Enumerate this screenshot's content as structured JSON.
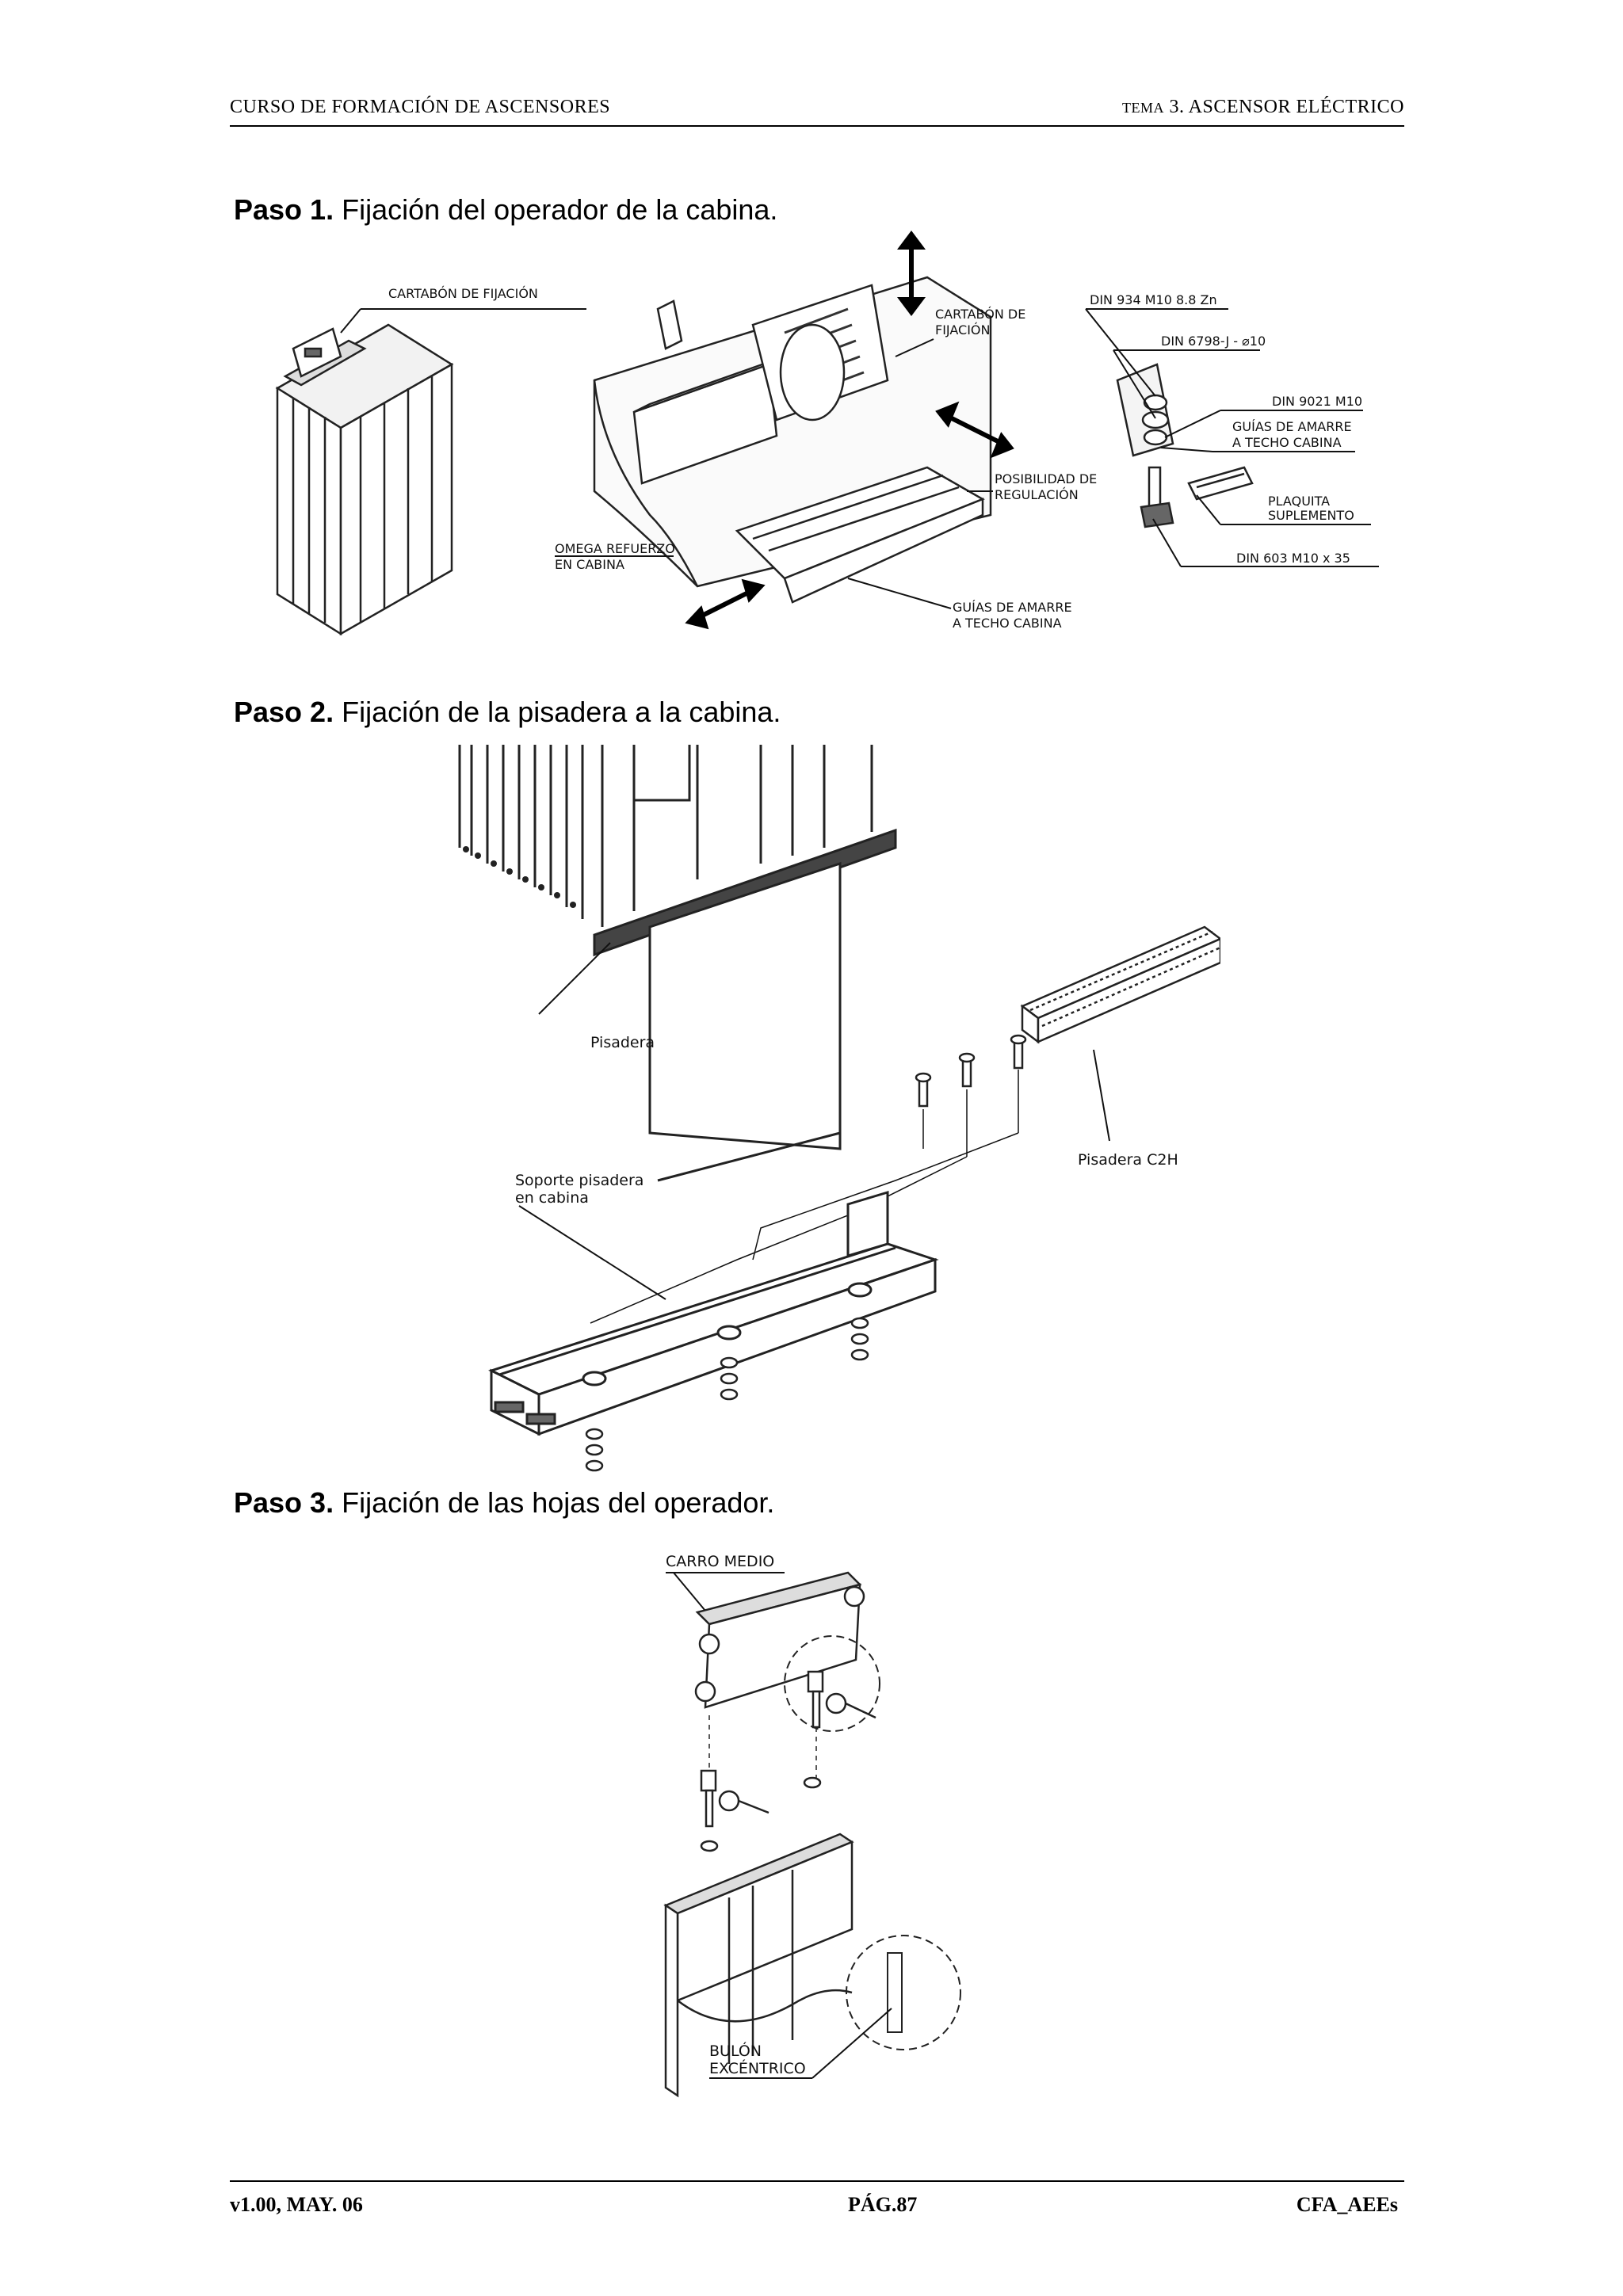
{
  "header": {
    "left": "CURSO DE FORMACIÓN DE ASCENSORES",
    "right_prefix": "TEMA",
    "right": "3. ASCENSOR ELÉCTRICO"
  },
  "steps": [
    {
      "label": "Paso 1.",
      "text": " Fijación del operador de la cabina."
    },
    {
      "label": "Paso 2.",
      "text": " Fijación de la pisadera a la cabina."
    },
    {
      "label": "Paso 3.",
      "text": " Fijación de las hojas del operador."
    }
  ],
  "fig1": {
    "cartabon_fijacion": "CARTABÓN DE FIJACIÓN",
    "cartabon_de": "CARTABÓN DE",
    "fijacion": "FIJACIÓN",
    "posibilidad": "POSIBILIDAD DE",
    "regulacion": "REGULACIÓN",
    "omega1": "OMEGA REFUERZO",
    "omega2": "EN CABINA",
    "guias1": "GUÍAS DE AMARRE",
    "guias2": "A TECHO CABINA",
    "din934": "DIN 934 M10 8.8 Zn",
    "din6798": "DIN 6798-J - ⌀10",
    "din9021": "DIN 9021 M10",
    "guias_b1": "GUÍAS DE AMARRE",
    "guias_b2": "A TECHO CABINA",
    "plaquita1": "PLAQUITA",
    "plaquita2": "SUPLEMENTO",
    "din603": "DIN 603 M10 x 35"
  },
  "fig2": {
    "pisadera": "Pisadera",
    "pisadera_c2h": "Pisadera C2H",
    "soporte1": "Soporte pisadera",
    "soporte2": "en cabina"
  },
  "fig3": {
    "carro": "CARRO MEDIO",
    "bulon1": "BULÓN",
    "bulon2": "EXCÉNTRICO"
  },
  "footer": {
    "left": "v1.00, MAY. 06",
    "center": "PÁG.87",
    "right": "CFA_AEEs"
  }
}
